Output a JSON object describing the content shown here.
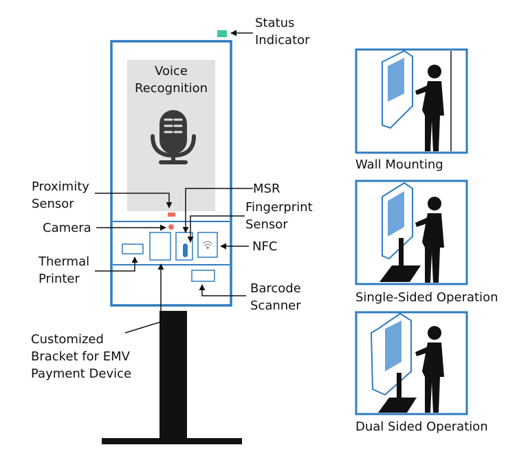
{
  "kiosk": {
    "screen_title_line1": "Voice",
    "screen_title_line2": "Recognition"
  },
  "callouts": {
    "status_indicator": [
      "Status",
      "Indicator"
    ],
    "proximity_sensor": [
      "Proximity",
      "Sensor"
    ],
    "camera": [
      "Camera"
    ],
    "msr": [
      "MSR"
    ],
    "fingerprint_sensor": [
      "Fingerprint",
      "Sensor"
    ],
    "nfc": [
      "NFC"
    ],
    "thermal_printer": [
      "Thermal",
      "Printer"
    ],
    "barcode_scanner": [
      "Barcode",
      "Scanner"
    ],
    "emv_bracket": [
      "Customized",
      "Bracket for EMV",
      "Payment Device"
    ]
  },
  "modes": [
    {
      "label": "Wall Mounting"
    },
    {
      "label": "Single-Sided Operation"
    },
    {
      "label": "Dual Sided Operation"
    }
  ],
  "colors": {
    "frame_blue": "#2f7cc0",
    "screen_light_blue": "#6ea6dc",
    "screen_gray": "#e2e2e2",
    "status_green": "#3cc79a",
    "sensor_red": "#ef6f62",
    "dark": "#111111",
    "icon_gray": "#3a3a3a"
  }
}
